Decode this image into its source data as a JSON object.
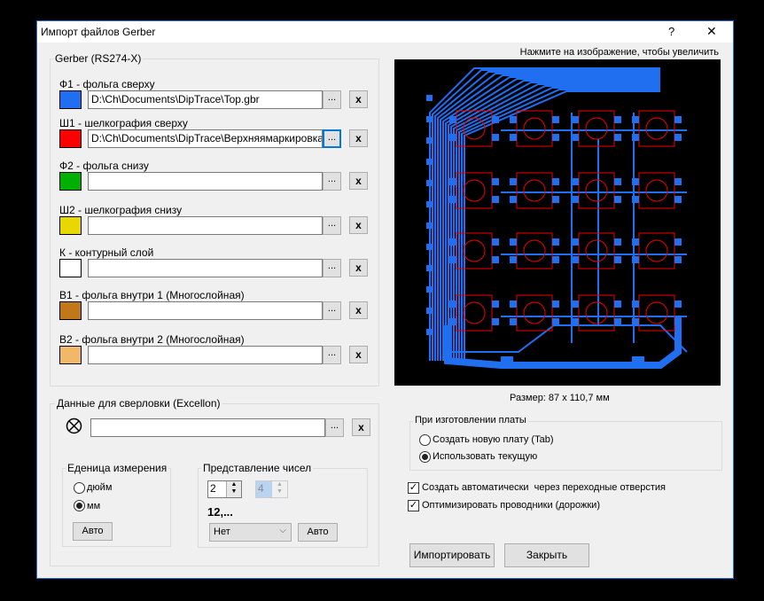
{
  "window": {
    "title": "Импорт файлов Gerber",
    "help": "?",
    "close": "✕"
  },
  "gerber": {
    "group_label": "Gerber (RS274-X)",
    "browse_label": "...",
    "clear_label": "x",
    "layers": [
      {
        "label": "Ф1 - фольга сверху",
        "color": "#1f6ff0",
        "path": "D:\\Ch\\Documents\\DipTrace\\Top.gbr"
      },
      {
        "label": "Ш1 - шелкография сверху",
        "color": "#ff0000",
        "path": "D:\\Ch\\Documents\\DipTrace\\Верхняямаркировка.gbr"
      },
      {
        "label": "Ф2 - фольга снизу",
        "color": "#00b000",
        "path": ""
      },
      {
        "label": "Ш2 - шелкография снизу",
        "color": "#e6d800",
        "path": ""
      },
      {
        "label": "К - контурный слой",
        "color": "#ffffff",
        "path": ""
      },
      {
        "label": "В1 - фольга внутри 1 (Многослойная)",
        "color": "#c07818",
        "path": ""
      },
      {
        "label": "В2 - фольга внутри 2 (Многослойная)",
        "color": "#f0b868",
        "path": ""
      }
    ]
  },
  "preview": {
    "hint": "Нажмите на изображение, чтобы увеличить",
    "size": "Размер: 87 x 110,7 мм"
  },
  "drill": {
    "group_label": "Данные для сверловки (Excellon)",
    "path": "",
    "browse_label": "...",
    "clear_label": "x",
    "units": {
      "group_label": "Еденица измерения",
      "options": [
        "дюйм",
        "мм"
      ],
      "selected": 1,
      "auto_label": "Авто"
    },
    "numbers": {
      "group_label": "Представление чисел",
      "int_digits": "2",
      "dec_digits": "4",
      "example": "12,...",
      "zeros": "Нет",
      "auto_label": "Авто"
    }
  },
  "production": {
    "group_label": "При изготовлении платы",
    "options": [
      "Создать новую плату (Tab)",
      "Использовать текущую"
    ],
    "selected": 1
  },
  "checks": [
    {
      "label": "Создать автоматически  через переходные отверстия",
      "checked": true
    },
    {
      "label": "Оптимизировать проводники (дорожки)",
      "checked": true
    }
  ],
  "buttons": {
    "import": "Импортировать",
    "close": "Закрыть"
  }
}
